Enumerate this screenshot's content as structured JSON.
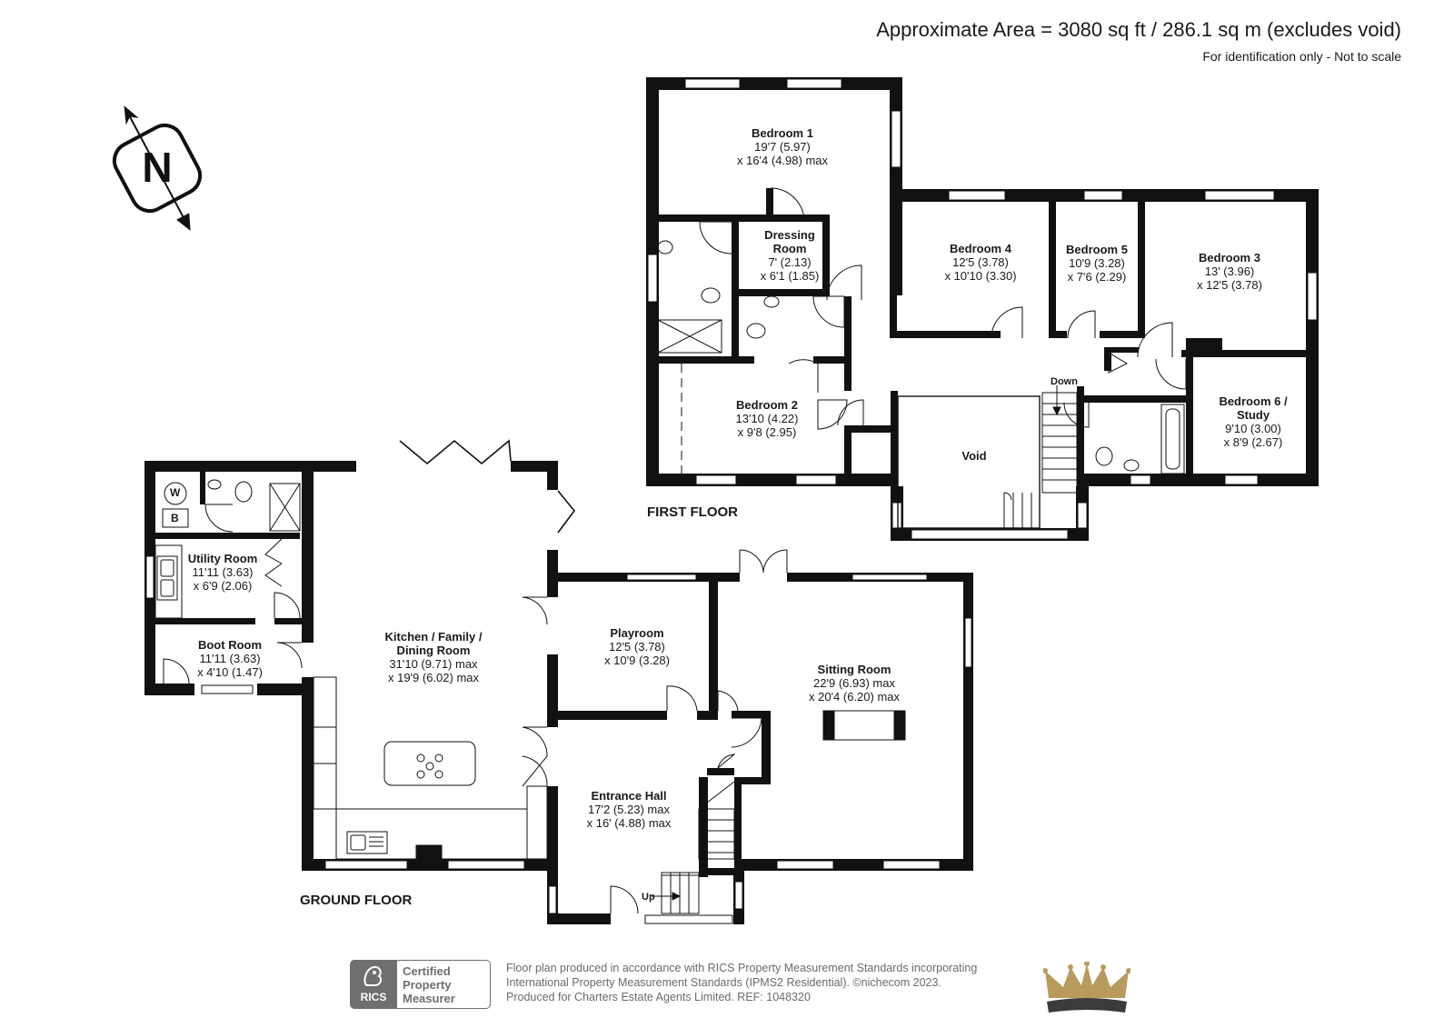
{
  "header": {
    "area": "Approximate Area = 3080 sq ft / 286.1 sq m (excludes void)",
    "note": "For identification only - Not to scale"
  },
  "compass": {
    "letter": "N",
    "icon": "north-arrow-icon"
  },
  "floors": {
    "ground": "GROUND FLOOR",
    "first": "FIRST FLOOR"
  },
  "rooms_first": [
    {
      "id": "bedroom-1",
      "name": "Bedroom 1",
      "dims": [
        "19'7 (5.97)",
        "x 16'4 (4.98) max"
      ]
    },
    {
      "id": "dressing-room",
      "name": "Dressing\nRoom",
      "dims": [
        "7' (2.13)",
        "x 6'1 (1.85)"
      ]
    },
    {
      "id": "bedroom-2",
      "name": "Bedroom 2",
      "dims": [
        "13'10 (4.22)",
        "x 9'8 (2.95)"
      ]
    },
    {
      "id": "bedroom-3",
      "name": "Bedroom 3",
      "dims": [
        "13' (3.96)",
        "x 12'5 (3.78)"
      ]
    },
    {
      "id": "bedroom-4",
      "name": "Bedroom 4",
      "dims": [
        "12'5 (3.78)",
        "x 10'10 (3.30)"
      ]
    },
    {
      "id": "bedroom-5",
      "name": "Bedroom 5",
      "dims": [
        "10'9 (3.28)",
        "x 7'6 (2.29)"
      ]
    },
    {
      "id": "bedroom-6",
      "name": "Bedroom 6 /\nStudy",
      "dims": [
        "9'10 (3.00)",
        "x 8'9 (2.67)"
      ]
    },
    {
      "id": "void",
      "name": "Void",
      "dims": []
    }
  ],
  "rooms_ground": [
    {
      "id": "utility-room",
      "name": "Utility Room",
      "dims": [
        "11'11 (3.63)",
        "x 6'9 (2.06)"
      ]
    },
    {
      "id": "boot-room",
      "name": "Boot Room",
      "dims": [
        "11'11 (3.63)",
        "x 4'10 (1.47)"
      ]
    },
    {
      "id": "kitchen",
      "name": "Kitchen / Family /\nDining Room",
      "dims": [
        "31'10 (9.71) max",
        "x 19'9 (6.02) max"
      ]
    },
    {
      "id": "playroom",
      "name": "Playroom",
      "dims": [
        "12'5 (3.78)",
        "x 10'9 (3.28)"
      ]
    },
    {
      "id": "sitting-room",
      "name": "Sitting Room",
      "dims": [
        "22'9 (6.93) max",
        "x 20'4 (6.20) max"
      ]
    },
    {
      "id": "entrance-hall",
      "name": "Entrance Hall",
      "dims": [
        "17'2 (5.23) max",
        "x 16' (4.88) max"
      ]
    }
  ],
  "stairs": {
    "down": "Down",
    "up": "Up"
  },
  "fixtures": {
    "washer": "W",
    "boiler": "B"
  },
  "footer": {
    "badge": [
      "Certified",
      "Property",
      "Measurer"
    ],
    "badge_logo": "RICS",
    "lines": [
      "Floor plan produced in accordance with RICS Property Measurement Standards incorporating",
      "International Property Measurement Standards (IPMS2 Residential).  ©nichecom 2023.",
      "Produced for Charters Estate Agents Limited.   REF:  1048320"
    ],
    "crown_icon": "crown-logo-icon"
  },
  "colors": {
    "wall": "#111111",
    "crown_gold": "#b89a5e",
    "crown_dark": "#3b3b3b",
    "footer_grey": "#6b6b6b"
  }
}
